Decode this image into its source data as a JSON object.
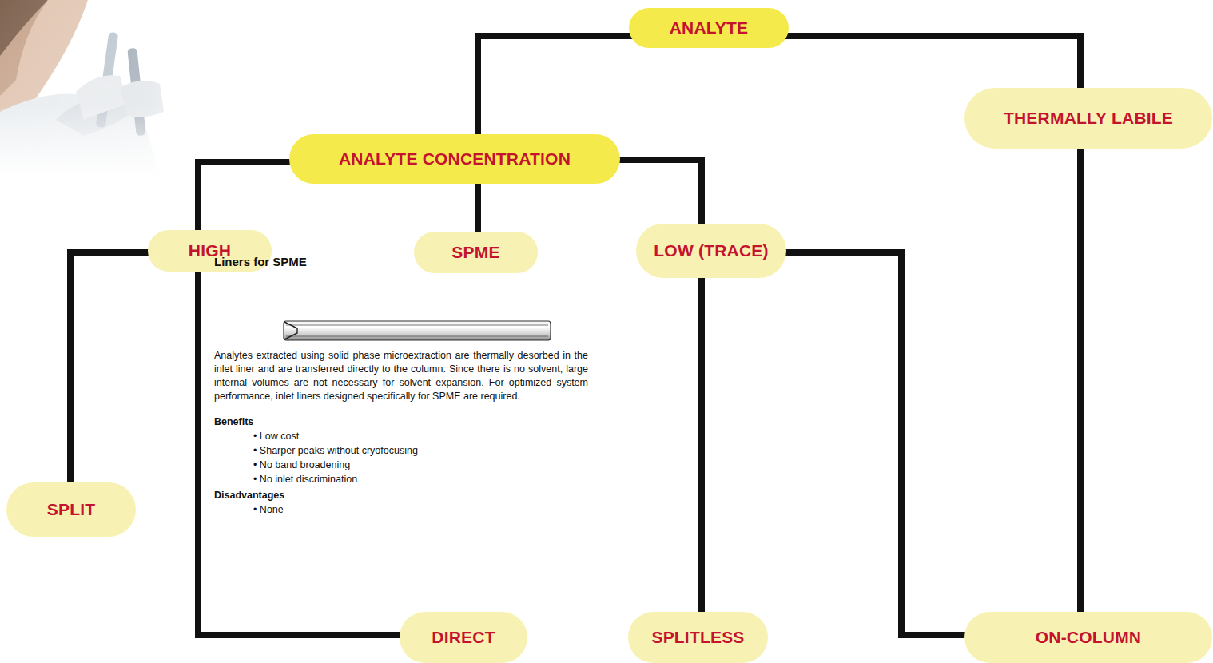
{
  "diagram": {
    "nodes": [
      {
        "text": [
          "ANALYTE"
        ]
      },
      {
        "text": [
          "THERMALLY LABILE"
        ]
      },
      {
        "text": [
          "ANALYTE CONCENTRATION"
        ]
      },
      {
        "text": [
          "HIGH"
        ]
      },
      {
        "text": [
          "SPME"
        ]
      },
      {
        "text": [
          "LOW (TRACE)"
        ]
      },
      {
        "text": [
          "SPLIT"
        ]
      },
      {
        "text": [
          "DIRECT"
        ]
      },
      {
        "text": [
          "SPLITLESS"
        ]
      },
      {
        "text": [
          "ON-COLUMN"
        ]
      }
    ],
    "edges": [
      {
        "from": 0,
        "to": 2,
        "arrow": "none"
      },
      {
        "from": 0,
        "to": 1,
        "arrow": "none"
      },
      {
        "from": 2,
        "to": 3,
        "arrow": "none"
      },
      {
        "from": 2,
        "to": 4,
        "arrow": "none"
      },
      {
        "from": 2,
        "to": 5,
        "arrow": "none"
      },
      {
        "from": 3,
        "to": 6,
        "arrow": "none"
      },
      {
        "from": 3,
        "to": 7,
        "arrow": "none"
      },
      {
        "from": 5,
        "to": 8,
        "arrow": "none"
      },
      {
        "from": 5,
        "to": 9,
        "arrow": "none"
      },
      {
        "from": 1,
        "to": 9,
        "arrow": "none"
      }
    ],
    "labels": [
      "Liners for SPME",
      "Analytes extracted using solid phase microextraction are thermally desorbed in the inlet liner and are transferred directly to the column. Since there is no solvent, large internal volumes are not necessary for solvent expansion. For optimized system performance, inlet liners designed specifically for SPME are required.",
      "Benefits",
      "• Low cost",
      "• Sharper peaks without cryofocusing",
      "• No band broadening",
      "• No inlet discrimination",
      "Disadvantages",
      "• None"
    ]
  }
}
